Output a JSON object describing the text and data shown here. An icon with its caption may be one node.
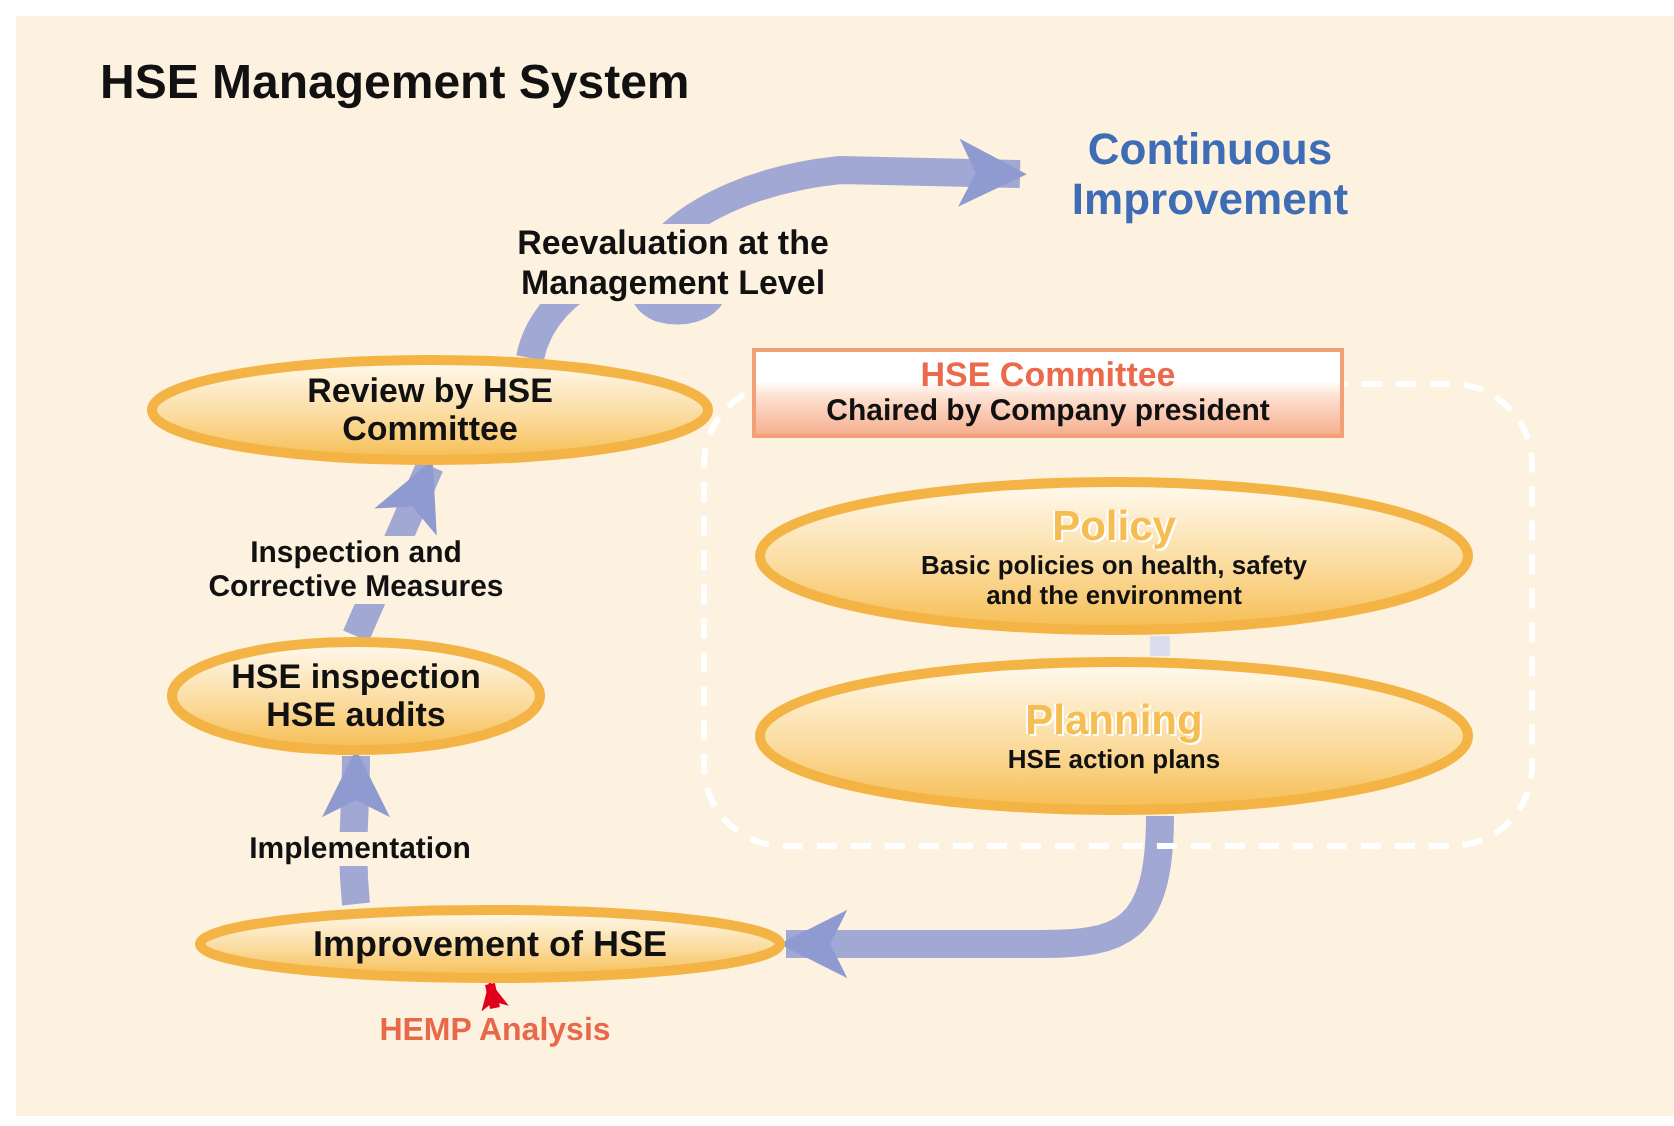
{
  "diagram": {
    "title": "HSE Management System",
    "nodes": [
      {
        "text": [
          "Review by HSE Committee"
        ]
      },
      {
        "text": [
          "HSE inspection HSE audits"
        ]
      },
      {
        "text": [
          "Improvement of HSE"
        ]
      },
      {
        "text": [
          "HSE Committee",
          "Chaired by Company president"
        ]
      },
      {
        "text": [
          "Policy",
          "Basic policies on health, safety and the environment"
        ],
        "in": 3
      },
      {
        "text": [
          "Planning",
          "HSE action plans"
        ],
        "in": 3
      },
      {
        "text": [
          "Continuous Improvement"
        ]
      },
      {
        "text": [
          "HEMP Analysis"
        ]
      }
    ],
    "edges": [
      {
        "from": 2,
        "to": 1,
        "arrow": "to",
        "label": "Implementation"
      },
      {
        "from": 1,
        "to": 0,
        "arrow": "to",
        "label": "Inspection and Corrective Measures"
      },
      {
        "from": 0,
        "to": 6,
        "arrow": "to",
        "label": "Reevaluation at the Management Level"
      },
      {
        "from": 4,
        "to": 5,
        "arrow": "none",
        "color": "#dcdcee"
      },
      {
        "from": 5,
        "to": 2,
        "arrow": "to"
      },
      {
        "from": 7,
        "to": 2,
        "arrow": "to",
        "color": "#e0001b"
      }
    ]
  }
}
